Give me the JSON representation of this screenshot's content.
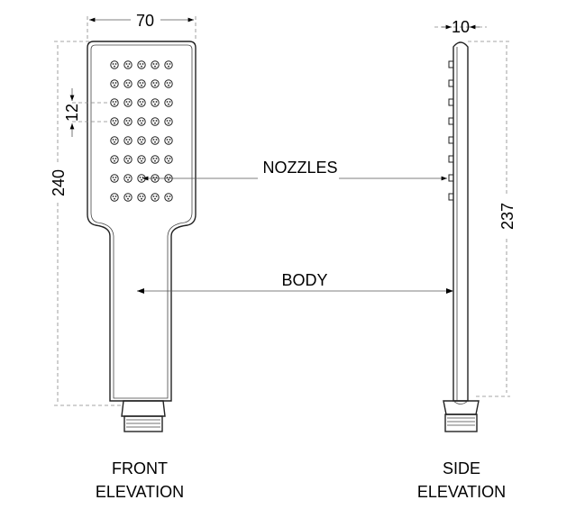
{
  "dimensions": {
    "head_width": "70",
    "overall_length": "240",
    "nozzle_pitch": "12",
    "side_thickness": "10",
    "side_length": "237"
  },
  "callouts": {
    "nozzles": "NOZZLES",
    "body": "BODY"
  },
  "views": {
    "front_line1": "FRONT",
    "front_line2": "ELEVATION",
    "side_line1": "SIDE",
    "side_line2": "ELEVATION"
  },
  "nozzle_grid": {
    "rows": 8,
    "cols": 5
  }
}
